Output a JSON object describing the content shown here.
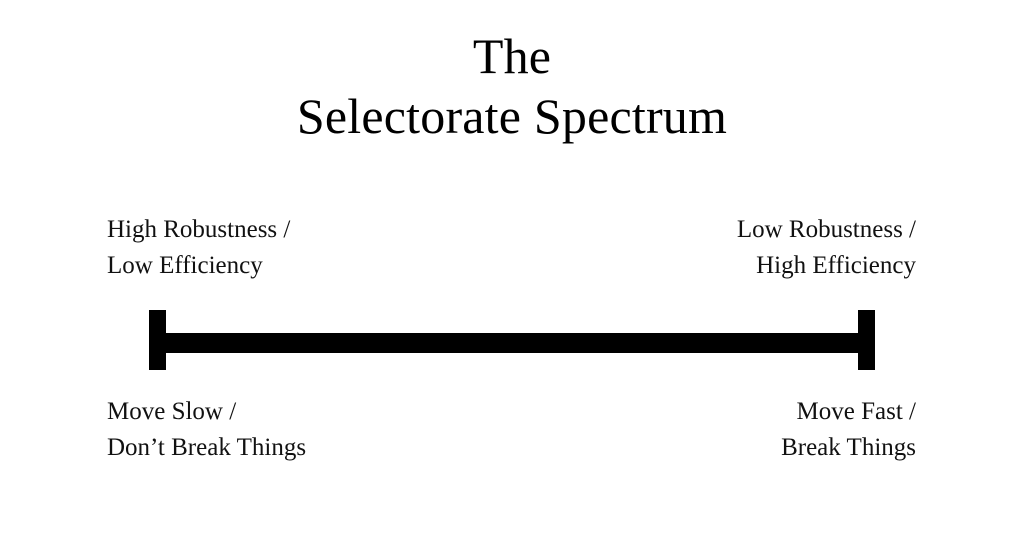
{
  "slide": {
    "background_color": "#ffffff",
    "text_color": "#000000"
  },
  "title": {
    "line1": "The",
    "line2": "Selectorate Spectrum"
  },
  "spectrum": {
    "orientation": "horizontal",
    "bar_color": "#000000",
    "endcap_style": "vertical-bar",
    "left_end": {
      "top_label_line1": "High Robustness /",
      "top_label_line2": "Low Efficiency",
      "bottom_label_line1": "Move Slow /",
      "bottom_label_line2": "Don’t Break Things"
    },
    "right_end": {
      "top_label_line1": "Low Robustness /",
      "top_label_line2": "High Efficiency",
      "bottom_label_line1": "Move Fast /",
      "bottom_label_line2": "Break Things"
    }
  }
}
